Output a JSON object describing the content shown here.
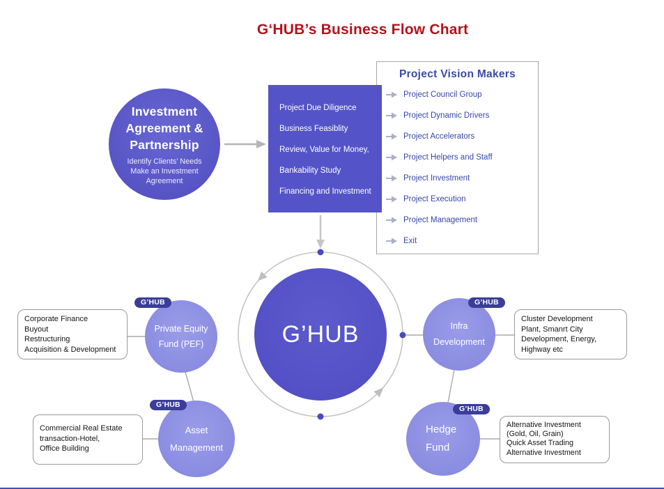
{
  "title": "G‘HUB’s Business Flow Chart",
  "colors": {
    "title_red": "#b5121b",
    "primary_purple": "#5453c8",
    "satellite_purple": "#8e91e2",
    "badge_navy": "#3a3d99",
    "vision_blue": "#3b4aa5",
    "arrow_gray": "#b8b8b8",
    "bottom_rule_blue": "#4150b5"
  },
  "investment_circle": {
    "heading_lines": [
      "Investment",
      "Agreement &",
      "Partnership"
    ],
    "sub_lines": [
      "Identify Clients’ Needs",
      "Make an Investment",
      "Agreement"
    ]
  },
  "process_box": {
    "lines": [
      "Project Due Diligence",
      "Business Feasiblity",
      "Review, Value for Money,",
      "Bankability Study",
      "Financing and Investment"
    ]
  },
  "vision_makers": {
    "title": "Project Vision Makers",
    "items": [
      "Project Council Group",
      "Project Dynamic Drivers",
      "Project Accelerators",
      "Project Helpers and Staff",
      "Project Investment",
      "Project Execution",
      "Project Management",
      "Exit"
    ]
  },
  "center_circle": {
    "label": "G’HUB"
  },
  "satellites": {
    "pef": {
      "badge": "G’HUB",
      "label_lines": [
        "Private Equity",
        "Fund (PEF)"
      ],
      "box_lines": [
        "Corporate Finance",
        "Buyout",
        "Restructuring",
        "Acquisition & Development"
      ]
    },
    "asset": {
      "badge": "G’HUB",
      "label_lines": [
        "Asset",
        "Management"
      ],
      "box_lines": [
        "Commercial Real Estate",
        "transaction-Hotel,",
        "Office Building"
      ]
    },
    "infra": {
      "badge": "G’HUB",
      "label_lines": [
        "Infra",
        "Development"
      ],
      "box_lines": [
        "Cluster Development",
        "Plant, Smanrt City",
        "Development, Energy,",
        "Highway etc"
      ]
    },
    "hedge": {
      "badge": "G’HUB",
      "label_lines": [
        "Hedge",
        "Fund"
      ],
      "box_lines": [
        "Alternative Investment",
        "(Gold, Oil, Grain)",
        "Quick Asset Trading",
        "Alternative Investment"
      ]
    }
  }
}
